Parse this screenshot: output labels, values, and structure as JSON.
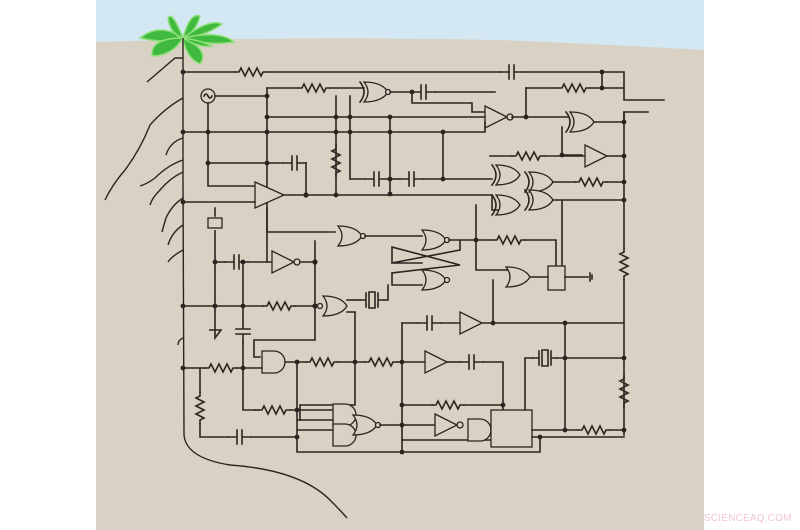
{
  "illustration": {
    "subject": "Plant whose roots form an electronic circuit schematic",
    "colors": {
      "sky": "#d3e8f2",
      "soil": "#d8d1c4",
      "leaf": "#3fba3f",
      "leaf_highlight": "#8fe07a",
      "wire": "#2a2520",
      "page_background": "#ffffff"
    },
    "components": [
      "resistor",
      "capacitor",
      "xor-gate",
      "nor-gate",
      "or-gate",
      "and-gate",
      "nand-gate",
      "inverter",
      "buffer",
      "op-amp",
      "crystal",
      "ac-source",
      "ground",
      "flip-flop",
      "ic-block"
    ]
  },
  "watermark": "SCIENCEAQ.COM"
}
